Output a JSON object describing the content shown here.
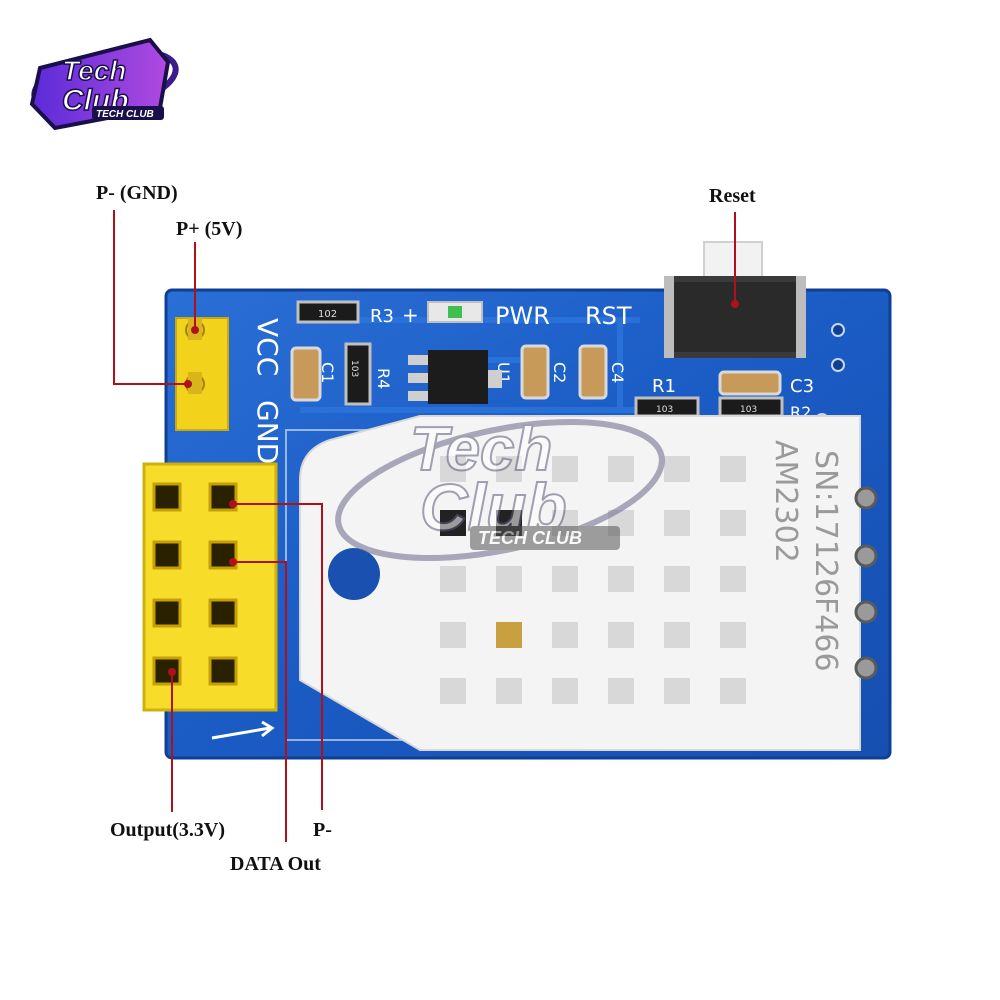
{
  "logo": {
    "line1": "Tech",
    "line2": "Club",
    "sub": "TECH CLUB"
  },
  "watermark": {
    "line1": "Tech",
    "line2": "Club",
    "sub": "TECH CLUB"
  },
  "callouts": {
    "gnd": "P- (GND)",
    "vcc": "P+ (5V)",
    "reset": "Reset",
    "output": "Output(3.3V)",
    "data_out": "DATA Out",
    "p_minus": "P-"
  },
  "board": {
    "silkscreen": {
      "vcc": "VCC",
      "gnd": "GND",
      "r3": "R3",
      "plus": "+",
      "pwr": "PWR",
      "rst": "RST",
      "c1": "C1",
      "r4": "R4",
      "u1": "U1",
      "c2": "C2",
      "c4": "C4",
      "r1": "R1",
      "c3": "C3",
      "r2": "R2"
    },
    "resistor_codes": {
      "r3": "102",
      "r4": "103",
      "r1": "103",
      "r2": "103"
    },
    "sensor": {
      "model": "AM2302",
      "serial": "SN:17126F466"
    }
  },
  "colors": {
    "pcb": "#1a5bc4",
    "header": "#f2d21b",
    "sensor": "#f4f4f4",
    "pointer": "#b0101a"
  }
}
